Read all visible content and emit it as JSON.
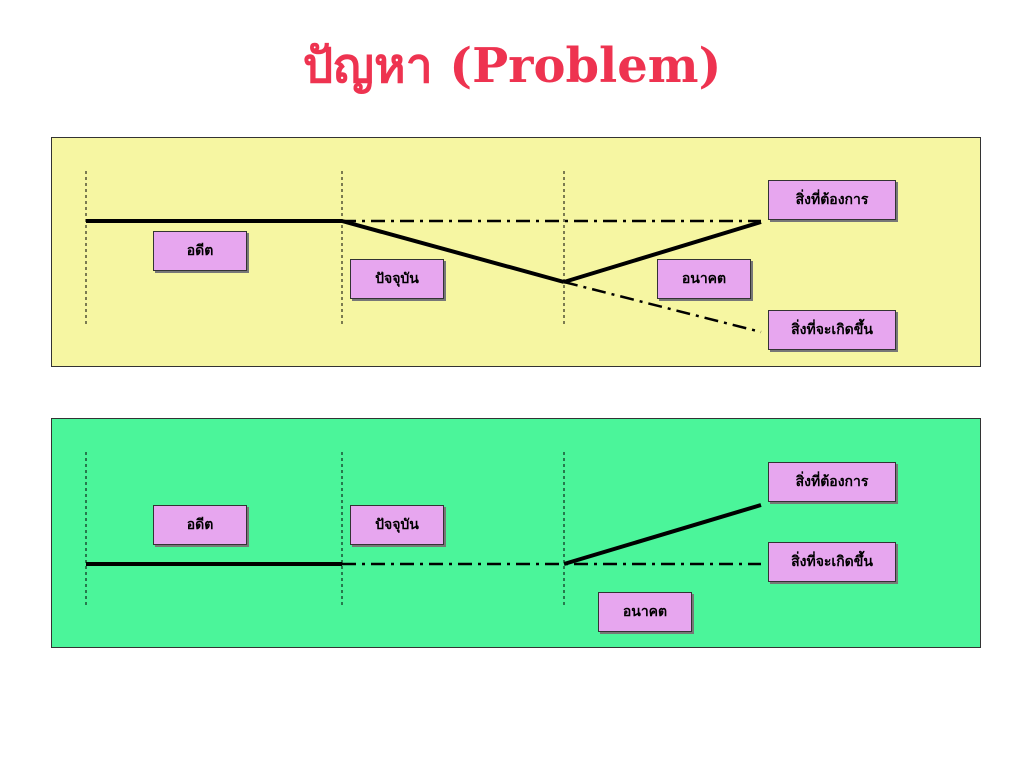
{
  "title": "ปัญหา (Problem)",
  "colors": {
    "title": "#ee3350",
    "panel_1_background": "#f6f6a2",
    "panel_2_background": "#4bf59a",
    "label_background": "#e7a6ef",
    "line": "#000000"
  },
  "panel_1": {
    "past": "อดีต",
    "present": "ปัจจุบัน",
    "future": "อนาคต",
    "desired": "สิ่งที่ต้องการ",
    "expected": "สิ่งที่จะเกิดขึ้น"
  },
  "panel_2": {
    "past": "อดีต",
    "present": "ปัจจุบัน",
    "future": "อนาคต",
    "desired": "สิ่งที่ต้องการ",
    "expected": "สิ่งที่จะเกิดขึ้น"
  }
}
